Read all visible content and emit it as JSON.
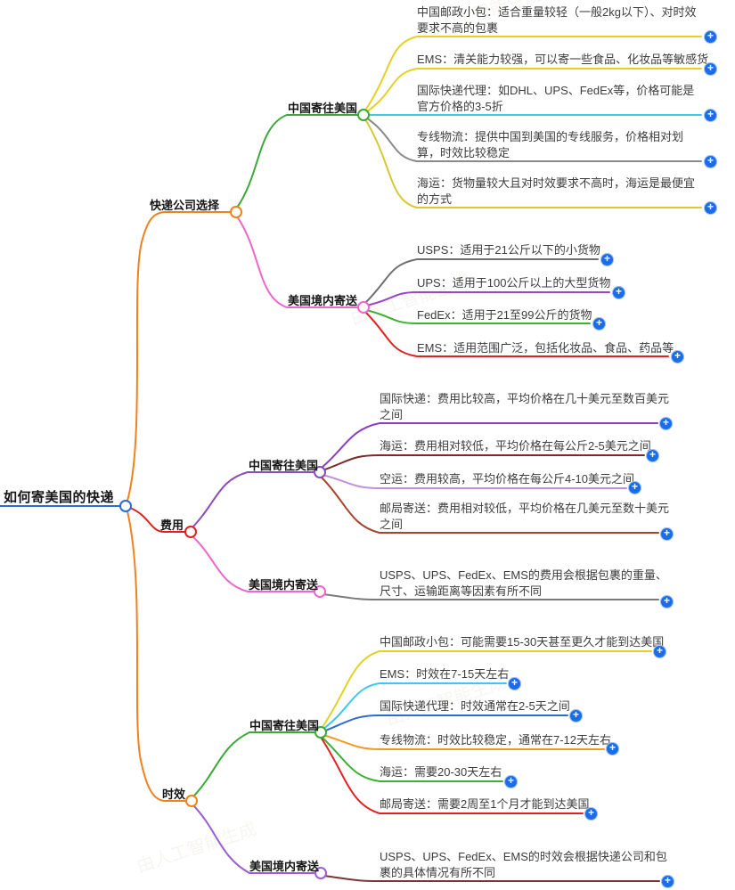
{
  "root": {
    "label": "如何寄美国的快递"
  },
  "branches": [
    {
      "label": "快递公司选择",
      "children": [
        {
          "label": "中国寄往美国",
          "leaves": [
            {
              "text": "中国邮政小包：适合重量较轻（一般2kg以下）、对时效要求不高的包裹"
            },
            {
              "text": "EMS：清关能力较强，可以寄一些食品、化妆品等敏感货"
            },
            {
              "text": "国际快递代理：如DHL、UPS、FedEx等，价格可能是官方价格的3-5折"
            },
            {
              "text": "专线物流：提供中国到美国的专线服务，价格相对划算，时效比较稳定"
            },
            {
              "text": "海运：货物量较大且对时效要求不高时，海运是最便宜的方式"
            }
          ]
        },
        {
          "label": "美国境内寄送",
          "leaves": [
            {
              "text": "USPS：适用于21公斤以下的小货物"
            },
            {
              "text": "UPS：适用于100公斤以上的大型货物"
            },
            {
              "text": "FedEx：适用于21至99公斤的货物"
            },
            {
              "text": "EMS：适用范围广泛，包括化妆品、食品、药品等"
            }
          ]
        }
      ]
    },
    {
      "label": "费用",
      "children": [
        {
          "label": "中国寄往美国",
          "leaves": [
            {
              "text": "国际快递：费用比较高，平均价格在几十美元至数百美元之间"
            },
            {
              "text": "海运：费用相对较低，平均价格在每公斤2-5美元之间"
            },
            {
              "text": "空运：费用较高，平均价格在每公斤4-10美元之间"
            },
            {
              "text": "邮局寄送：费用相对较低，平均价格在几美元至数十美元之间"
            }
          ]
        },
        {
          "label": "美国境内寄送",
          "leaves": [
            {
              "text": "USPS、UPS、FedEx、EMS的费用会根据包裹的重量、尺寸、运输距离等因素有所不同"
            }
          ]
        }
      ]
    },
    {
      "label": "时效",
      "children": [
        {
          "label": "中国寄往美国",
          "leaves": [
            {
              "text": "中国邮政小包：可能需要15-30天甚至更久才能到达美国"
            },
            {
              "text": "EMS：时效在7-15天左右"
            },
            {
              "text": "国际快递代理：时效通常在2-5天之间"
            },
            {
              "text": "专线物流：时效比较稳定，通常在7-12天左右"
            },
            {
              "text": "海运：需要20-30天左右"
            },
            {
              "text": "邮局寄送：需要2周至1个月才能到达美国"
            }
          ]
        },
        {
          "label": "美国境内寄送",
          "leaves": [
            {
              "text": "USPS、UPS、FedEx、EMS的时效会根据快递公司和包裹的具体情况有所不同"
            }
          ]
        }
      ]
    }
  ],
  "ui": {
    "plus": "+",
    "watermark": "由人工智能生成"
  },
  "colors": {
    "root_line": "#2b6bd4",
    "plus_icon": "#1a6ce8",
    "branch_company": "#f0821e",
    "branch_cost": "#e01f1f",
    "branch_time": "#f0821e",
    "china_to_us_company": "#3aaa35",
    "us_domestic_company": "#ee66cc",
    "china_to_us_cost": "#8a4bbf",
    "us_domestic_cost": "#ee66cc",
    "china_to_us_time": "#3aaa35",
    "us_domestic_time": "#9a5fd0",
    "yellow_leaf": "#e5d123",
    "cyan_leaf": "#3ec8f0",
    "gray_leaf": "#8a8a8a",
    "olive_leaf": "#d9c832",
    "purple_leaf": "#9946c8",
    "green_leaf": "#3bb234",
    "red_leaf": "#e02222",
    "maroon_leaf": "#7b2a2a",
    "lavender_leaf": "#bf93dc",
    "brick_leaf": "#a8432f",
    "blue_leaf": "#2f6bd0",
    "orange_leaf": "#f59a23",
    "darkmaroon_leaf": "#7b3535"
  }
}
